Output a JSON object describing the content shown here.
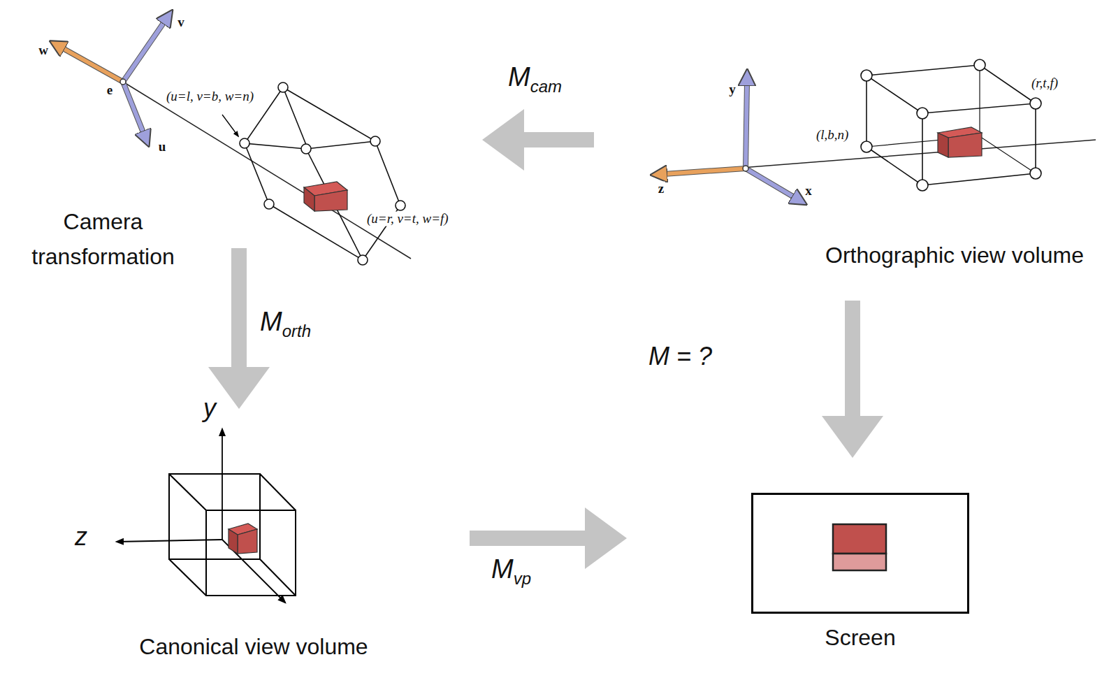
{
  "diagram": {
    "nodes": [
      {
        "text": [
          "Camera transformation"
        ]
      },
      {
        "text": [
          "Orthographic view volume"
        ]
      },
      {
        "text": [
          "Canonical view volume"
        ]
      },
      {
        "text": [
          "Screen"
        ]
      }
    ],
    "edges": [
      {
        "from": 1,
        "to": 0,
        "label": "Mcam",
        "arrow": "to"
      },
      {
        "from": 0,
        "to": 2,
        "label": "Morth",
        "arrow": "to"
      },
      {
        "from": 2,
        "to": 3,
        "label": "Mvp",
        "arrow": "to"
      },
      {
        "from": 1,
        "to": 3,
        "label": "M = ?",
        "arrow": "to"
      }
    ],
    "labels": [
      "w",
      "v",
      "u",
      "e",
      "(u=l, v=b, w=n)",
      "(u=r, v=t, w=f)",
      "y",
      "z",
      "x",
      "(l,b,n)",
      "(r,t,f)",
      "y",
      "z"
    ]
  }
}
